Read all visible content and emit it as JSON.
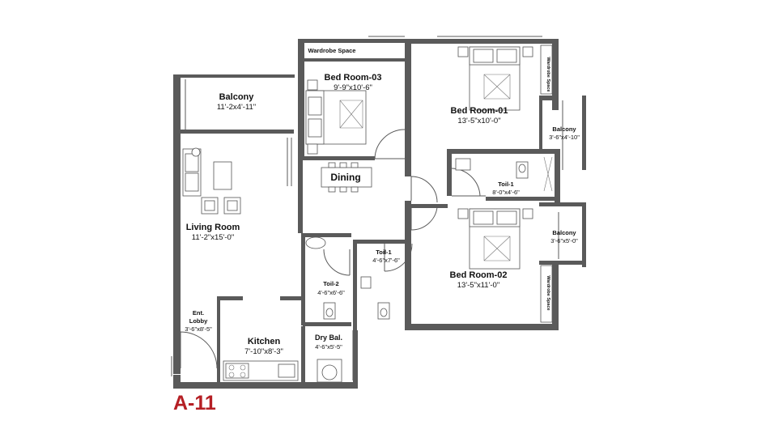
{
  "plan_code": "A-11",
  "rooms": {
    "wardrobe_top": "Wardrobe Space",
    "bed3": {
      "name": "Bed Room-03",
      "dim": "9'-9\"x10'-6\""
    },
    "bed1": {
      "name": "Bed Room-01",
      "dim": "13'-5\"x10'-0\""
    },
    "bed2": {
      "name": "Bed Room-02",
      "dim": "13'-5\"x11'-0\""
    },
    "balcony_main": {
      "name": "Balcony",
      "dim": "11'-2x4'-11\""
    },
    "balcony_r1": {
      "name": "Balcony",
      "dim": "3'-6\"x4'-10\""
    },
    "balcony_r2": {
      "name": "Balcony",
      "dim": "3'-6\"x5'-0\""
    },
    "wardrobe_r1": "Wardrobe Space",
    "wardrobe_r2": "Wardrobe Space",
    "dining": "Dining",
    "toil1_upper": {
      "name": "Toil-1",
      "dim": "8'-0\"x4'-6\""
    },
    "toil1_lower": {
      "name": "Toil-1",
      "dim": "4'-6\"x7'-6\""
    },
    "toil2": {
      "name": "Toil-2",
      "dim": "4'-6\"x6'-6\""
    },
    "living": {
      "name": "Living Room",
      "dim": "11'-2\"x15'-0\""
    },
    "entry": {
      "line1": "Ent.",
      "line2": "Lobby",
      "dim": "3'-6\"x8'-5\""
    },
    "kitchen": {
      "name": "Kitchen",
      "dim": "7'-10\"x8'-3\""
    },
    "drybal": {
      "name": "Dry Bal.",
      "dim": "4'-6\"x5'-5\""
    }
  }
}
